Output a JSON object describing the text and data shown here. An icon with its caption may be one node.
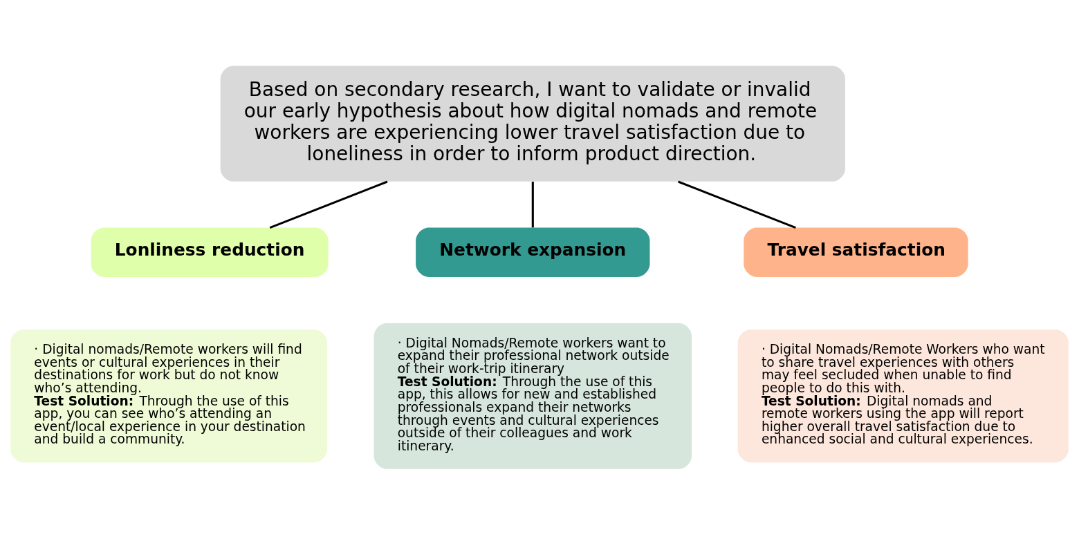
{
  "diagram": {
    "nodes": [
      {
        "text": [
          "Based on secondary research, I want to validate or invalid our early hypothesis about how digital nomads and remote workers are experiencing lower travel satisfaction due to loneliness in order to inform product direction."
        ]
      },
      {
        "text": [
          "Lonliness reduction"
        ]
      },
      {
        "text": [
          "Network expansion"
        ]
      },
      {
        "text": [
          "Travel satisfaction"
        ]
      },
      {
        "text": [
          "· Digital nomads/Remote workers will find events or cultural experiences in their destinations for work but do not know who’s attending.",
          "**Test Solution:** Through the use of this app, you can see who’s attending an event/local experience in your destination and build a community."
        ]
      },
      {
        "text": [
          "· Digital Nomads/Remote workers want to expand their professional network outside of their work-trip itinerary",
          "**Test Solution:** Through the use of this app, this allows for new and established professionals expand their networks through events and cultural experiences outside of their colleagues and work itinerary."
        ]
      },
      {
        "text": [
          "· Digital Nomads/Remote Workers who want to share travel experiences with others may feel secluded when unable to find people to do this with.",
          "**Test Solution:** Digital nomads and remote workers using the app will report higher overall travel satisfaction due to enhanced social and cultural experiences."
        ]
      }
    ],
    "edges": [
      {
        "from": 0,
        "to": 1,
        "arrow": "none"
      },
      {
        "from": 0,
        "to": 2,
        "arrow": "none"
      },
      {
        "from": 0,
        "to": 3,
        "arrow": "none"
      }
    ]
  }
}
